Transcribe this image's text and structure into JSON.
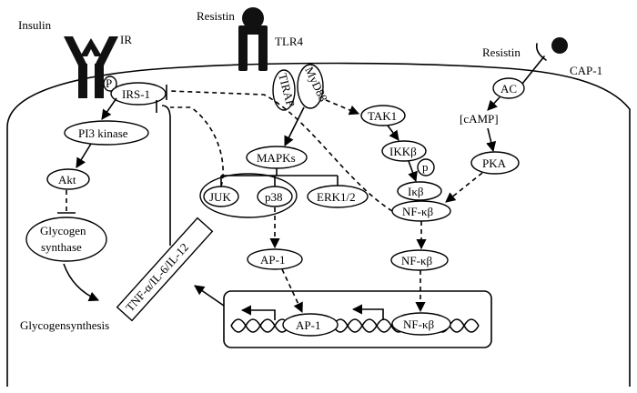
{
  "labels": {
    "insulin": "Insulin",
    "ir": "IR",
    "resistin_top": "Resistin",
    "tlr4": "TLR4",
    "resistin_right": "Resistin",
    "cap1": "CAP-1",
    "p_ir": "P",
    "irs1": "IRS-1",
    "tirap": "TIRAP",
    "myd88": "MyD88",
    "tak1": "TAK1",
    "ac": "AC",
    "camp": "[cAMP]",
    "pi3k": "PI3 kinase",
    "mapks": "MAPKs",
    "ikkb": "IKKβ",
    "p_ikk": "p",
    "pka": "PKA",
    "akt": "Akt",
    "juk": "JUK",
    "p38": "p38",
    "erk": "ERK1/2",
    "ikb": "Iκβ",
    "nfkb_complex": "NF-κβ",
    "glycogen_synthase_1": "Glycogen",
    "glycogen_synthase_2": "synthase",
    "ap1": "AP-1",
    "nfkb": "NF-κβ",
    "cytokines": "TNF-α/IL-6/IL-12",
    "ap1_nucleus": "AP-1",
    "nfkb_nucleus": "NF-κβ",
    "glycogensynthesis": "Glycogensynthesis"
  }
}
